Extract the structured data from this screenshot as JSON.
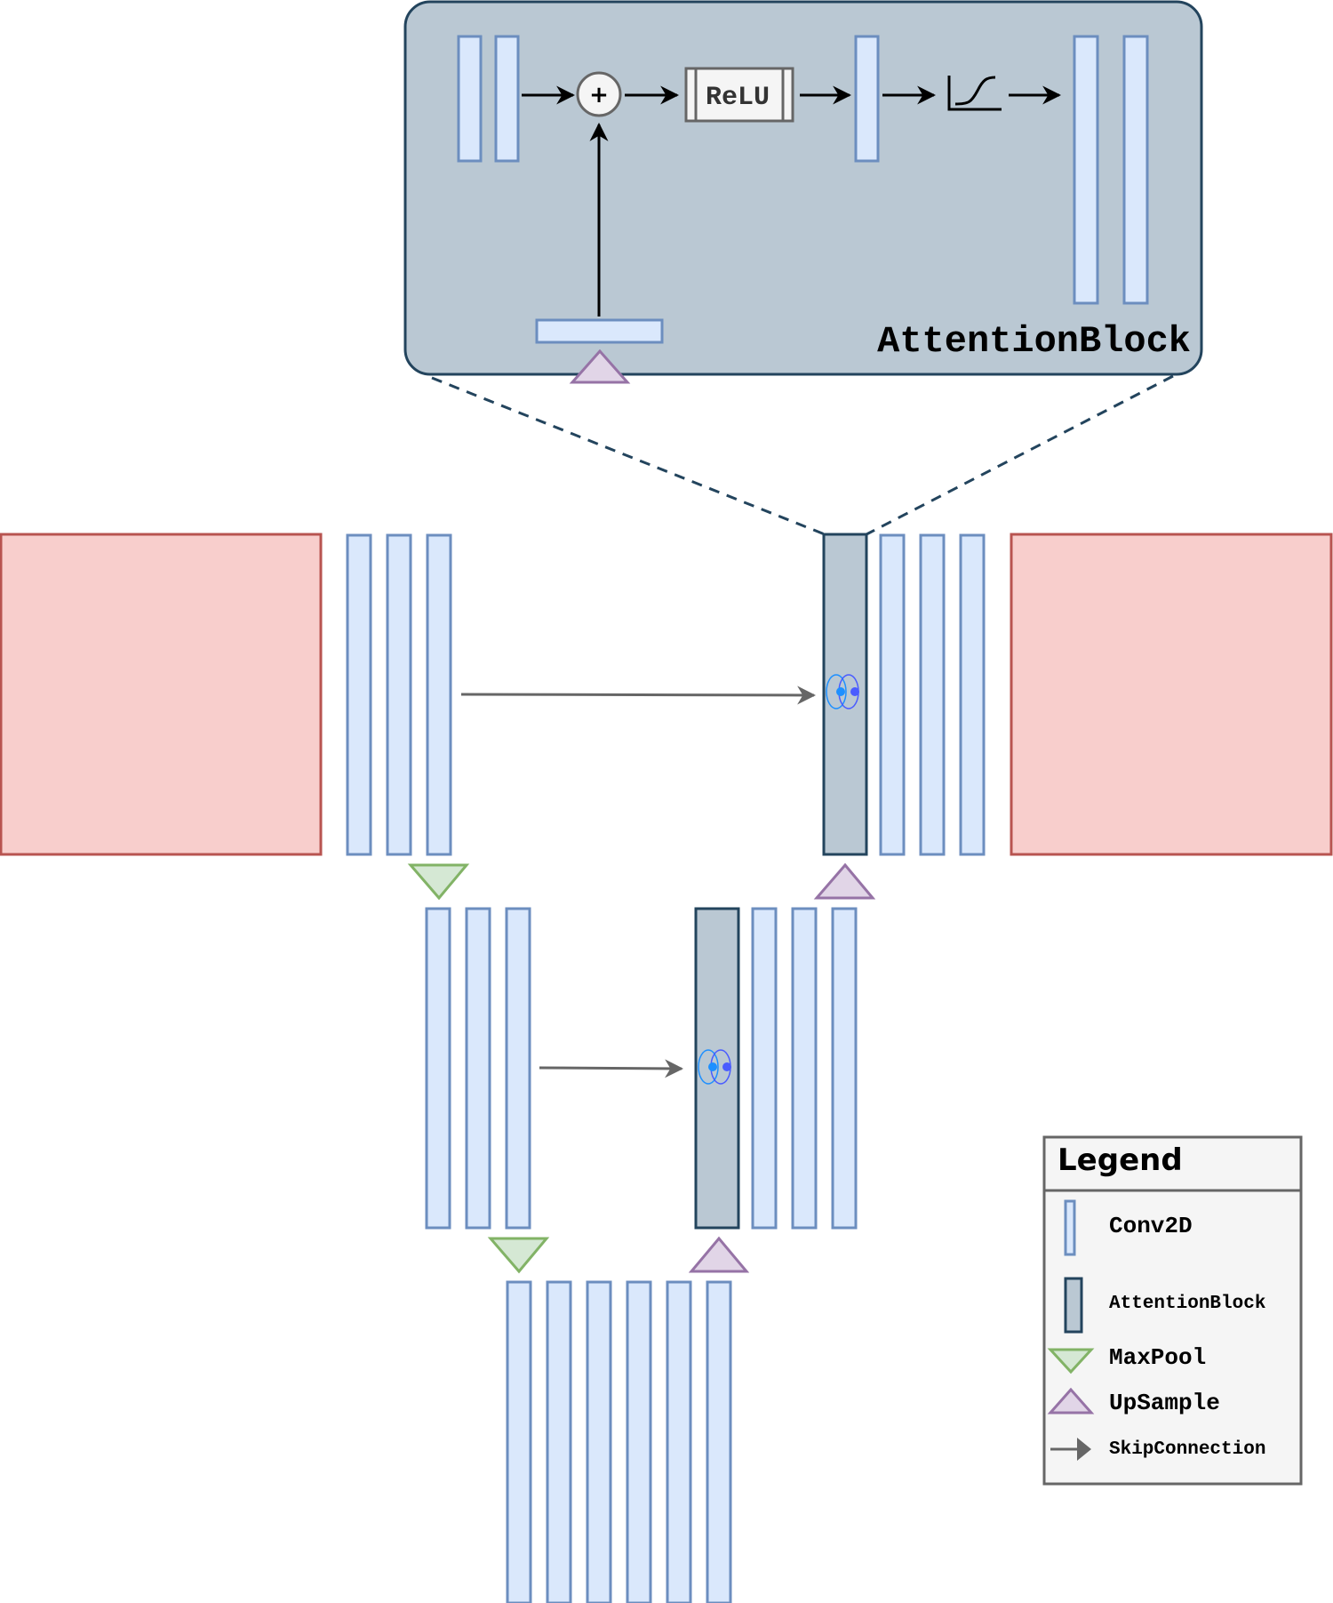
{
  "colors": {
    "conv_fill": "#dae8fc",
    "conv_stroke": "#6c8ebf",
    "attention_fill": "#bac8d3",
    "attention_stroke": "#23445d",
    "image_fill": "#f8cecc",
    "image_stroke": "#b85450",
    "maxpool_fill": "#d5e8d4",
    "maxpool_stroke": "#82b366",
    "upsample_fill": "#e1d5e7",
    "upsample_stroke": "#9673a6",
    "skip_arrow": "#666666",
    "legend_fill": "#f5f5f5",
    "legend_stroke": "#666666"
  },
  "attention_block_detail": {
    "title": "AttentionBlock",
    "add_symbol": "+",
    "activation_label": "ReLU",
    "sigmoid_icon": "sigmoid-curve-icon"
  },
  "unet": {
    "input_image": "input-image",
    "output_image": "output-image",
    "encoder_level_1_conv_count": 3,
    "encoder_level_2_conv_count": 3,
    "bottleneck_conv_count": 6,
    "decoder_level_2_conv_count": 3,
    "decoder_level_1_conv_count": 3,
    "attention_icon": "eyes-icon"
  },
  "legend": {
    "title": "Legend",
    "items": [
      {
        "label": "Conv2D",
        "icon": "conv2d-bar-icon"
      },
      {
        "label": "AttentionBlock",
        "icon": "attention-block-icon"
      },
      {
        "label": "MaxPool",
        "icon": "maxpool-triangle-icon"
      },
      {
        "label": "UpSample",
        "icon": "upsample-triangle-icon"
      },
      {
        "label": "SkipConnection",
        "icon": "skip-arrow-icon"
      }
    ]
  }
}
